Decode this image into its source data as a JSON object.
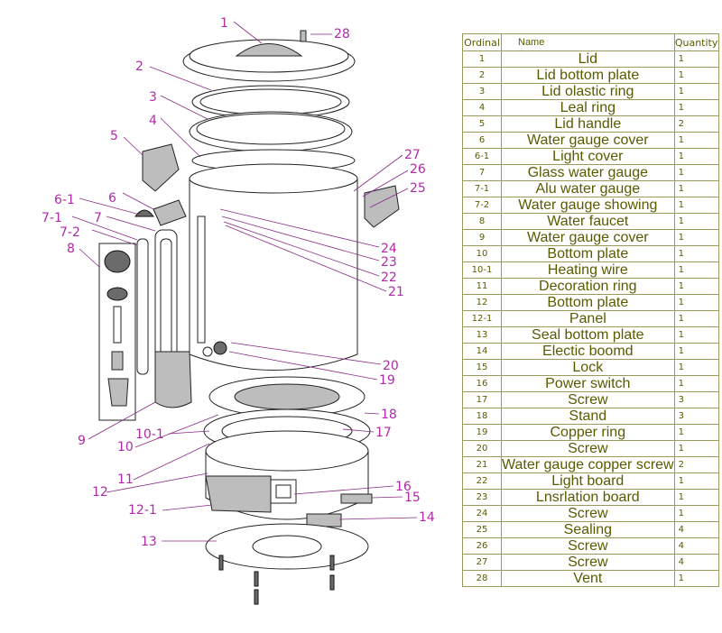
{
  "table": {
    "headers": {
      "ordinal": "Ordinal",
      "name": "Name",
      "quantity": "Quantity"
    },
    "rows": [
      {
        "ordinal": "1",
        "name": "Lid",
        "quantity": "1"
      },
      {
        "ordinal": "2",
        "name": "Lid bottom plate",
        "quantity": "1"
      },
      {
        "ordinal": "3",
        "name": "Lid olastic ring",
        "quantity": "1"
      },
      {
        "ordinal": "4",
        "name": "Leal ring",
        "quantity": "1"
      },
      {
        "ordinal": "5",
        "name": "Lid handle",
        "quantity": "2"
      },
      {
        "ordinal": "6",
        "name": "Water gauge cover",
        "quantity": "1"
      },
      {
        "ordinal": "6-1",
        "name": "Light cover",
        "quantity": "1"
      },
      {
        "ordinal": "7",
        "name": "Glass water gauge",
        "quantity": "1"
      },
      {
        "ordinal": "7-1",
        "name": "Alu water gauge",
        "quantity": "1"
      },
      {
        "ordinal": "7-2",
        "name": "Water gauge showing",
        "quantity": "1"
      },
      {
        "ordinal": "8",
        "name": "Water faucet",
        "quantity": "1"
      },
      {
        "ordinal": "9",
        "name": "Water gauge cover",
        "quantity": "1"
      },
      {
        "ordinal": "10",
        "name": "Bottom plate",
        "quantity": "1"
      },
      {
        "ordinal": "10-1",
        "name": "Heating wire",
        "quantity": "1"
      },
      {
        "ordinal": "11",
        "name": "Decoration ring",
        "quantity": "1"
      },
      {
        "ordinal": "12",
        "name": "Bottom plate",
        "quantity": "1"
      },
      {
        "ordinal": "12-1",
        "name": "Panel",
        "quantity": "1"
      },
      {
        "ordinal": "13",
        "name": "Seal bottom plate",
        "quantity": "1"
      },
      {
        "ordinal": "14",
        "name": "Electic boomd",
        "quantity": "1"
      },
      {
        "ordinal": "15",
        "name": "Lock",
        "quantity": "1"
      },
      {
        "ordinal": "16",
        "name": "Power switch",
        "quantity": "1"
      },
      {
        "ordinal": "17",
        "name": "Screw",
        "quantity": "3"
      },
      {
        "ordinal": "18",
        "name": "Stand",
        "quantity": "3"
      },
      {
        "ordinal": "19",
        "name": "Copper ring",
        "quantity": "1"
      },
      {
        "ordinal": "20",
        "name": "Screw",
        "quantity": "1"
      },
      {
        "ordinal": "21",
        "name": "Water gauge copper screw",
        "quantity": "2"
      },
      {
        "ordinal": "22",
        "name": "Light board",
        "quantity": "1"
      },
      {
        "ordinal": "23",
        "name": "Lnsrlation board",
        "quantity": "1"
      },
      {
        "ordinal": "24",
        "name": "Screw",
        "quantity": "1"
      },
      {
        "ordinal": "25",
        "name": "Sealing",
        "quantity": "4"
      },
      {
        "ordinal": "26",
        "name": "Screw",
        "quantity": "4"
      },
      {
        "ordinal": "27",
        "name": "Screw",
        "quantity": "4"
      },
      {
        "ordinal": "28",
        "name": "Vent",
        "quantity": "1"
      }
    ]
  },
  "callouts": {
    "c1": "1",
    "c2": "2",
    "c3": "3",
    "c4": "4",
    "c5": "5",
    "c6": "6",
    "c6_1": "6-1",
    "c7": "7",
    "c7_1": "7-1",
    "c7_2": "7-2",
    "c8": "8",
    "c9": "9",
    "c10": "10",
    "c10_1": "10-1",
    "c11": "11",
    "c12": "12",
    "c12_1": "12-1",
    "c13": "13",
    "c14": "14",
    "c15": "15",
    "c16": "16",
    "c17": "17",
    "c18": "18",
    "c19": "19",
    "c20": "20",
    "c21": "21",
    "c22": "22",
    "c23": "23",
    "c24": "24",
    "c25": "25",
    "c26": "26",
    "c27": "27",
    "c28": "28"
  }
}
